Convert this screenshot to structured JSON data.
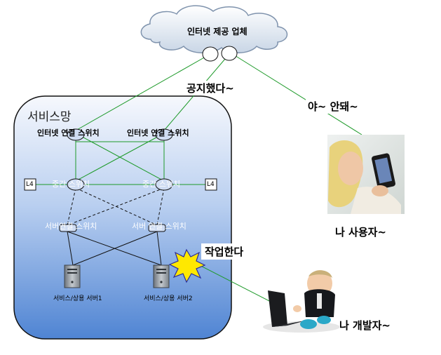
{
  "isp": {
    "label": "인터넷 제공 업체"
  },
  "service_net": {
    "label": "서비스망"
  },
  "switches": {
    "internet_1": "인터넷 연결 스위치",
    "internet_2": "인터넷 연결 스위치",
    "middle_1": "중간 스위치",
    "middle_2": "중간 스위치",
    "server_1": "서버연결 스위치",
    "server_2": "서버 연결 스위치"
  },
  "l4": {
    "left": "L4",
    "right": "L4"
  },
  "servers": {
    "server_1": "서비스/상용 서버1",
    "server_2": "서비스/상용 서버2"
  },
  "callouts": {
    "announced": "공지했다~",
    "no_way": "야~ 안돼~",
    "working": "작업한다",
    "user": "나 사용자~",
    "developer": "나 개발자~"
  },
  "icons": {
    "cloud": "cloud-icon",
    "router": "router-icon",
    "switch": "switch-icon",
    "server": "server-tower-icon",
    "explosion": "explosion-icon",
    "user_photo": "phone-user-photo",
    "developer_photo": "baby-laptop-photo"
  },
  "colors": {
    "green_link": "#1e9a2a",
    "panel_top": "#f4f7fd",
    "panel_bottom": "#4f84d3",
    "panel_border": "#111111",
    "burst_fill": "#ffe800",
    "burst_stroke": "#2a2a9a"
  }
}
